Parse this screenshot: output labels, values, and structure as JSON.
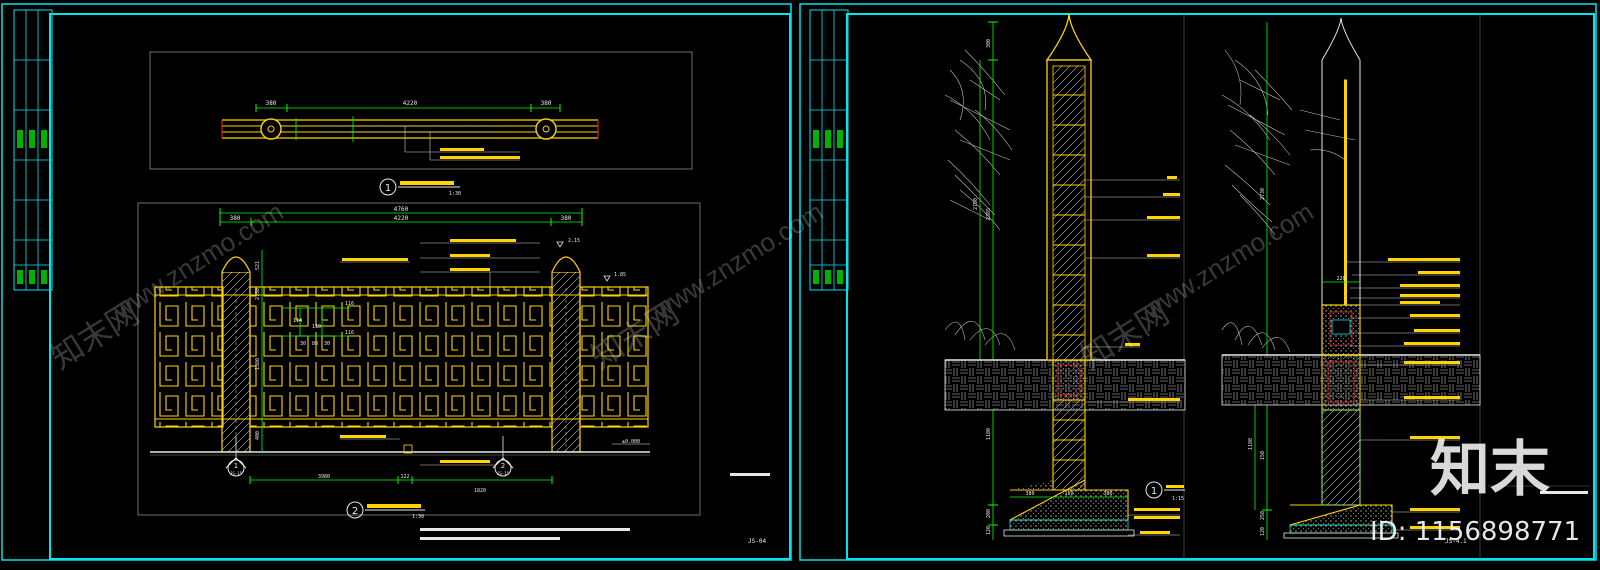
{
  "app": {
    "watermark_site": "www.znzmo.com",
    "watermark_cn": "知末网",
    "brand": "知末",
    "id_label": "ID: 1156898771"
  },
  "left_sheet": {
    "plan": {
      "dims": [
        "380",
        "4220",
        "380"
      ],
      "callout_num": "1",
      "scale": "1:30"
    },
    "elevation": {
      "dims_top": [
        "4760",
        "380",
        "4220",
        "380"
      ],
      "dims_bottom": [
        "3980",
        "122",
        "1820"
      ],
      "dims_left": [
        "521",
        "2150",
        "1300",
        "400"
      ],
      "detail_dims": [
        "114",
        "110",
        "116",
        "116",
        "30",
        "80",
        "30"
      ],
      "level_top": "2.15",
      "level_right": "1.85",
      "level_ground": "±0.000",
      "section_marks": [
        "1",
        "2"
      ],
      "section_sheets": [
        "JS-15",
        "JS-15"
      ],
      "callout_num": "2",
      "scale": "1:30"
    },
    "sheet_no": "JS-04"
  },
  "right_sheet": {
    "section1": {
      "dims_left": [
        "300",
        "2750",
        "2385",
        "1180",
        "200",
        "120"
      ],
      "dims_bottom": [
        "380",
        "150",
        "300"
      ],
      "callout_num": "1",
      "scale": "1:15"
    },
    "section2": {
      "dims_left": [
        "2730",
        "1180",
        "300",
        "150",
        "250",
        "120"
      ],
      "dims_mid": [
        "220"
      ]
    },
    "sheet_no": "JS-4.1"
  },
  "colors": {
    "frame": "#00e5ee",
    "line_yellow": "#ffd400",
    "line_green": "#00ff00",
    "line_white": "#e8e8e8",
    "line_red": "#ff2020",
    "bg": "#000000"
  }
}
